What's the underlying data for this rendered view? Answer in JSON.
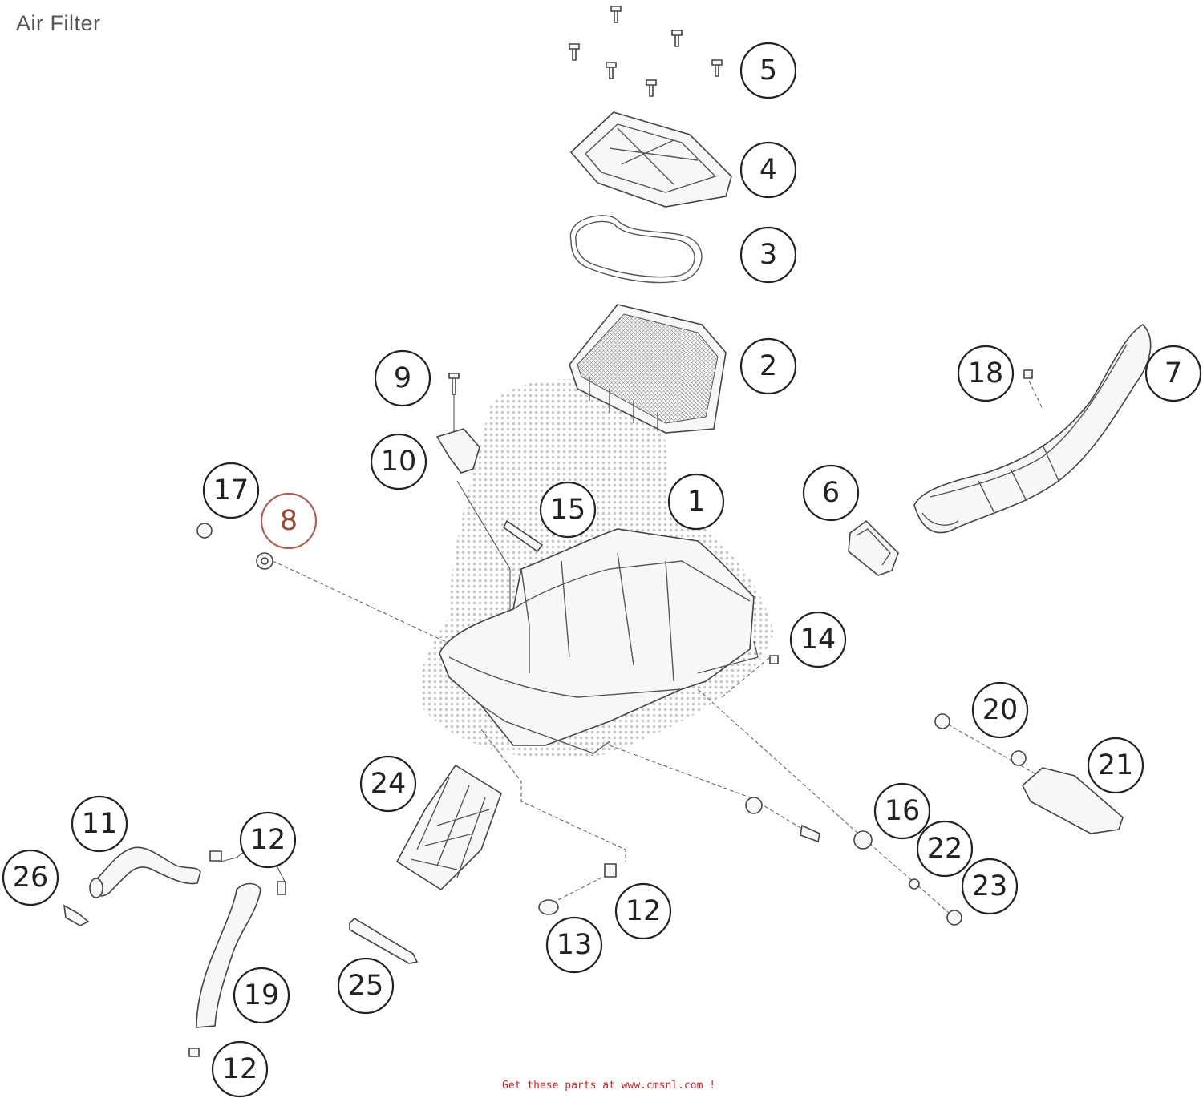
{
  "title": "Air Filter",
  "footer": "Get these parts at www.cmsnl.com  !",
  "callouts": [
    {
      "id": "c1",
      "label": "1"
    },
    {
      "id": "c2",
      "label": "2"
    },
    {
      "id": "c3",
      "label": "3"
    },
    {
      "id": "c4",
      "label": "4"
    },
    {
      "id": "c5",
      "label": "5"
    },
    {
      "id": "c6",
      "label": "6"
    },
    {
      "id": "c7",
      "label": "7"
    },
    {
      "id": "c8",
      "label": "8"
    },
    {
      "id": "c9",
      "label": "9"
    },
    {
      "id": "c10",
      "label": "10"
    },
    {
      "id": "c11",
      "label": "11"
    },
    {
      "id": "c12a",
      "label": "12"
    },
    {
      "id": "c12b",
      "label": "12"
    },
    {
      "id": "c12c",
      "label": "12"
    },
    {
      "id": "c13",
      "label": "13"
    },
    {
      "id": "c14",
      "label": "14"
    },
    {
      "id": "c15",
      "label": "15"
    },
    {
      "id": "c16",
      "label": "16"
    },
    {
      "id": "c17",
      "label": "17"
    },
    {
      "id": "c18",
      "label": "18"
    },
    {
      "id": "c19",
      "label": "19"
    },
    {
      "id": "c20",
      "label": "20"
    },
    {
      "id": "c21",
      "label": "21"
    },
    {
      "id": "c22",
      "label": "22"
    },
    {
      "id": "c23",
      "label": "23"
    },
    {
      "id": "c24",
      "label": "24"
    },
    {
      "id": "c25",
      "label": "25"
    },
    {
      "id": "c26",
      "label": "26"
    }
  ]
}
